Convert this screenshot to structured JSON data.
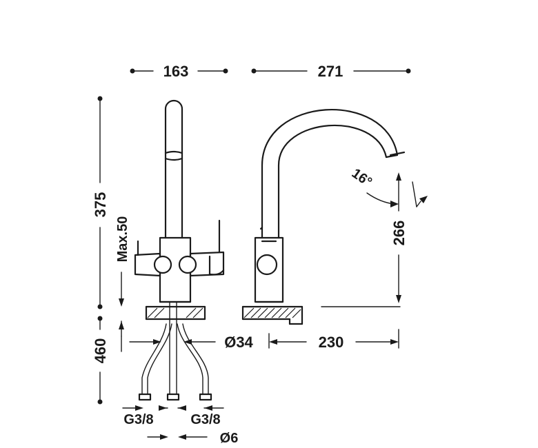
{
  "dimensions": {
    "width_left": "163",
    "width_right": "271",
    "height_total": "375",
    "max_thickness": "Max.50",
    "hose_length": "460",
    "hole_diameter": "Ø34",
    "reach": "230",
    "spout_height": "266",
    "spout_angle": "16°",
    "connection_left": "G3/8",
    "connection_right": "G3/8",
    "tube_diameter": "Ø6"
  },
  "colors": {
    "ink": "#1a1a1a",
    "background": "#ffffff"
  }
}
